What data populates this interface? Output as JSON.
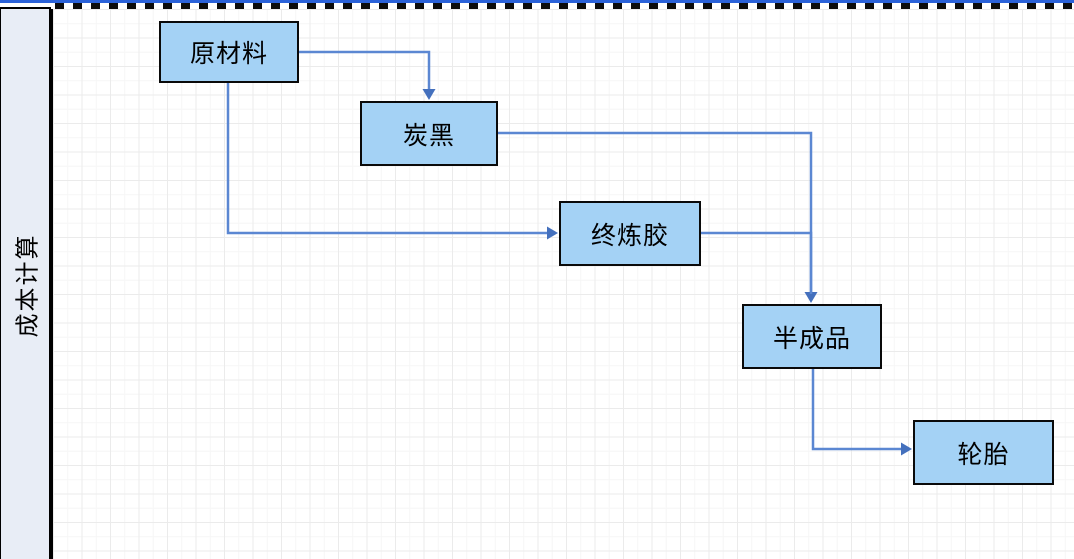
{
  "lane": {
    "label": "成本计算"
  },
  "nodes": [
    {
      "id": "raw-material",
      "label": "原材料"
    },
    {
      "id": "carbon-black",
      "label": "炭黑"
    },
    {
      "id": "final-rubber",
      "label": "终炼胶"
    },
    {
      "id": "semi-finished",
      "label": "半成品"
    },
    {
      "id": "tire",
      "label": "轮胎"
    }
  ],
  "edges": [
    {
      "from": "raw-material",
      "to": "carbon-black"
    },
    {
      "from": "raw-material",
      "to": "final-rubber"
    },
    {
      "from": "carbon-black",
      "to": "semi-finished"
    },
    {
      "from": "final-rubber",
      "to": "semi-finished"
    },
    {
      "from": "semi-finished",
      "to": "tire"
    }
  ],
  "colors": {
    "node_fill": "#A4D2F5",
    "node_border": "#0A0A0A",
    "connector_line": "#5B87D2",
    "arrowhead": "#4470BD",
    "lane_fill": "#E8EDF6",
    "top_line": "#2B62D9",
    "grid_line": "#EBEBEB",
    "dotted_line": "#0C0C0C"
  }
}
